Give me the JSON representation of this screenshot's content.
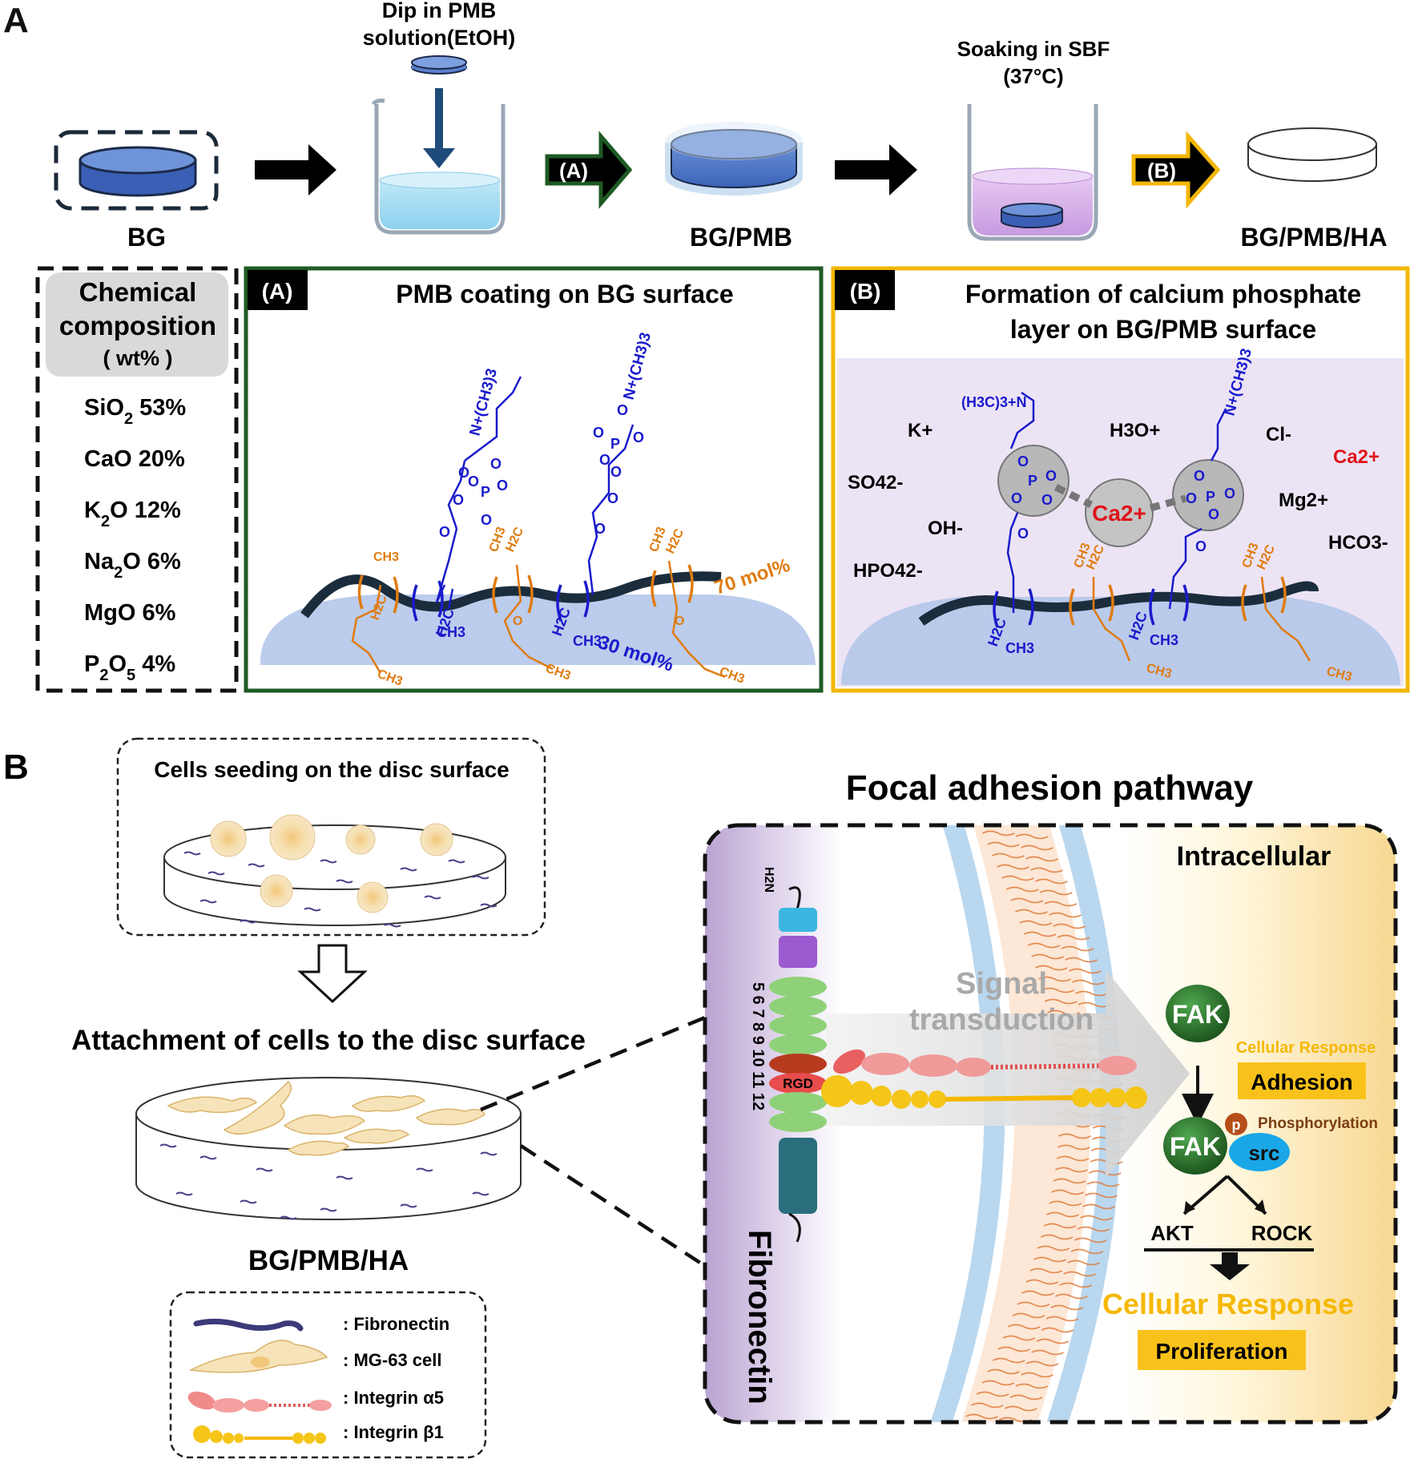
{
  "panel_labels": {
    "a": "A",
    "b": "B"
  },
  "panel_a": {
    "flow": {
      "bg_label": "BG",
      "dip_line1": "Dip in PMB",
      "dip_line2": "solution(EtOH)",
      "arrow_a": "(A)",
      "bgpmb_label": "BG/PMB",
      "soak_line1": "Soaking in SBF",
      "soak_line2": "(37°C)",
      "arrow_b": "(B)",
      "bgpmbha_label": "BG/PMB/HA"
    },
    "composition": {
      "title_line1": "Chemical",
      "title_line2": "composition",
      "title_line3": "( wt% )",
      "rows": [
        {
          "formula": "SiO",
          "sub": "2",
          "value": "53%"
        },
        {
          "formula": "CaO",
          "sub": "",
          "value": "20%"
        },
        {
          "formula": "K",
          "sub": "2",
          "tail": "O",
          "value": "12%"
        },
        {
          "formula": "Na",
          "sub": "2",
          "tail": "O",
          "value": "6%"
        },
        {
          "formula": "MgO",
          "sub": "",
          "value": "6%"
        },
        {
          "formula": "P",
          "sub": "2",
          "tail": "O",
          "sub2": "5",
          "value": "4%"
        }
      ]
    },
    "box_a": {
      "tag": "(A)",
      "title": "PMB coating on BG surface",
      "mol_70": "70 mol%",
      "mol_30": "30 mol%",
      "ch3": "CH3",
      "h2c": "H2C",
      "n_group": "N+(CH3)3"
    },
    "box_b": {
      "tag": "(B)",
      "title_line1": "Formation of calcium phosphate",
      "title_line2": "layer on BG/PMB surface",
      "ions": {
        "k": "K+",
        "h3o": "H3O+",
        "cl": "Cl-",
        "ca": "Ca2+",
        "so4": "SO42-",
        "oh": "OH-",
        "mg": "Mg2+",
        "hco3": "HCO3-",
        "hpo4": "HPO42-",
        "ca_center": "Ca2+",
        "hn_left": "(H3C)3+N"
      }
    }
  },
  "panel_b": {
    "seeding_title": "Cells seeding on the disc surface",
    "attachment_title": "Attachment of cells to the disc surface",
    "disc_label": "BG/PMB/HA",
    "legend": [
      {
        "key": "fibronectin",
        "label": ": Fibronectin"
      },
      {
        "key": "mg63",
        "label": ": MG-63 cell"
      },
      {
        "key": "integrin_a5",
        "label": ": Integrin α5"
      },
      {
        "key": "integrin_b1",
        "label": ": Integrin β1"
      }
    ],
    "pathway": {
      "title": "Focal adhesion pathway",
      "intracellular": "Intracellular",
      "h2n": "H2N",
      "fibronectin": "Fibronectin",
      "module_numbers": "5 6 7 8 9 10 11 12",
      "rgd": "RGD",
      "signal_line1": "Signal",
      "signal_line2": "transduction",
      "fak_top": "FAK",
      "cellular_response_small": "Cellular Response",
      "adhesion": "Adhesion",
      "fak_bottom": "FAK",
      "p": "p",
      "phosphorylation": "Phosphorylation",
      "src": "src",
      "akt": "AKT",
      "rock": "ROCK",
      "cellular_response_big": "Cellular Response",
      "proliferation": "Proliferation"
    }
  },
  "colors": {
    "green_frame": "#1e5a23",
    "yellow_frame": "#f2b705",
    "blue_chem": "#1a1acc",
    "orange_chem": "#e07b10",
    "ca_red": "#e0141b",
    "fak_green": "#1f6b1f",
    "src_blue": "#1aa7e8",
    "response_yellow": "#f5b800"
  }
}
